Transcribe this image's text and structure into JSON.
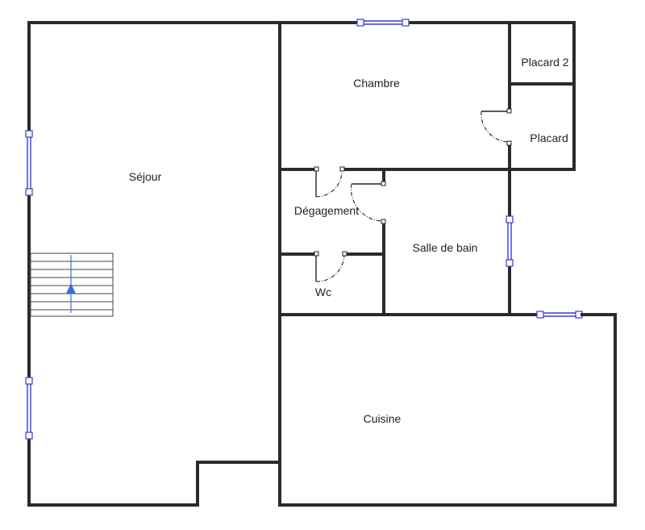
{
  "rooms": {
    "sejour": "Séjour",
    "chambre": "Chambre",
    "placard2": "Placard 2",
    "placard": "Placard",
    "degagement": "Dégagement",
    "salle_de_bain": "Salle de bain",
    "wc": "Wc",
    "cuisine": "Cuisine"
  },
  "colors": {
    "wall": "#2b2b2b",
    "window": "#3a3ad0",
    "stair_arrow": "#3b6fd8"
  },
  "icons": {
    "stair_direction": "arrow-up-icon"
  }
}
